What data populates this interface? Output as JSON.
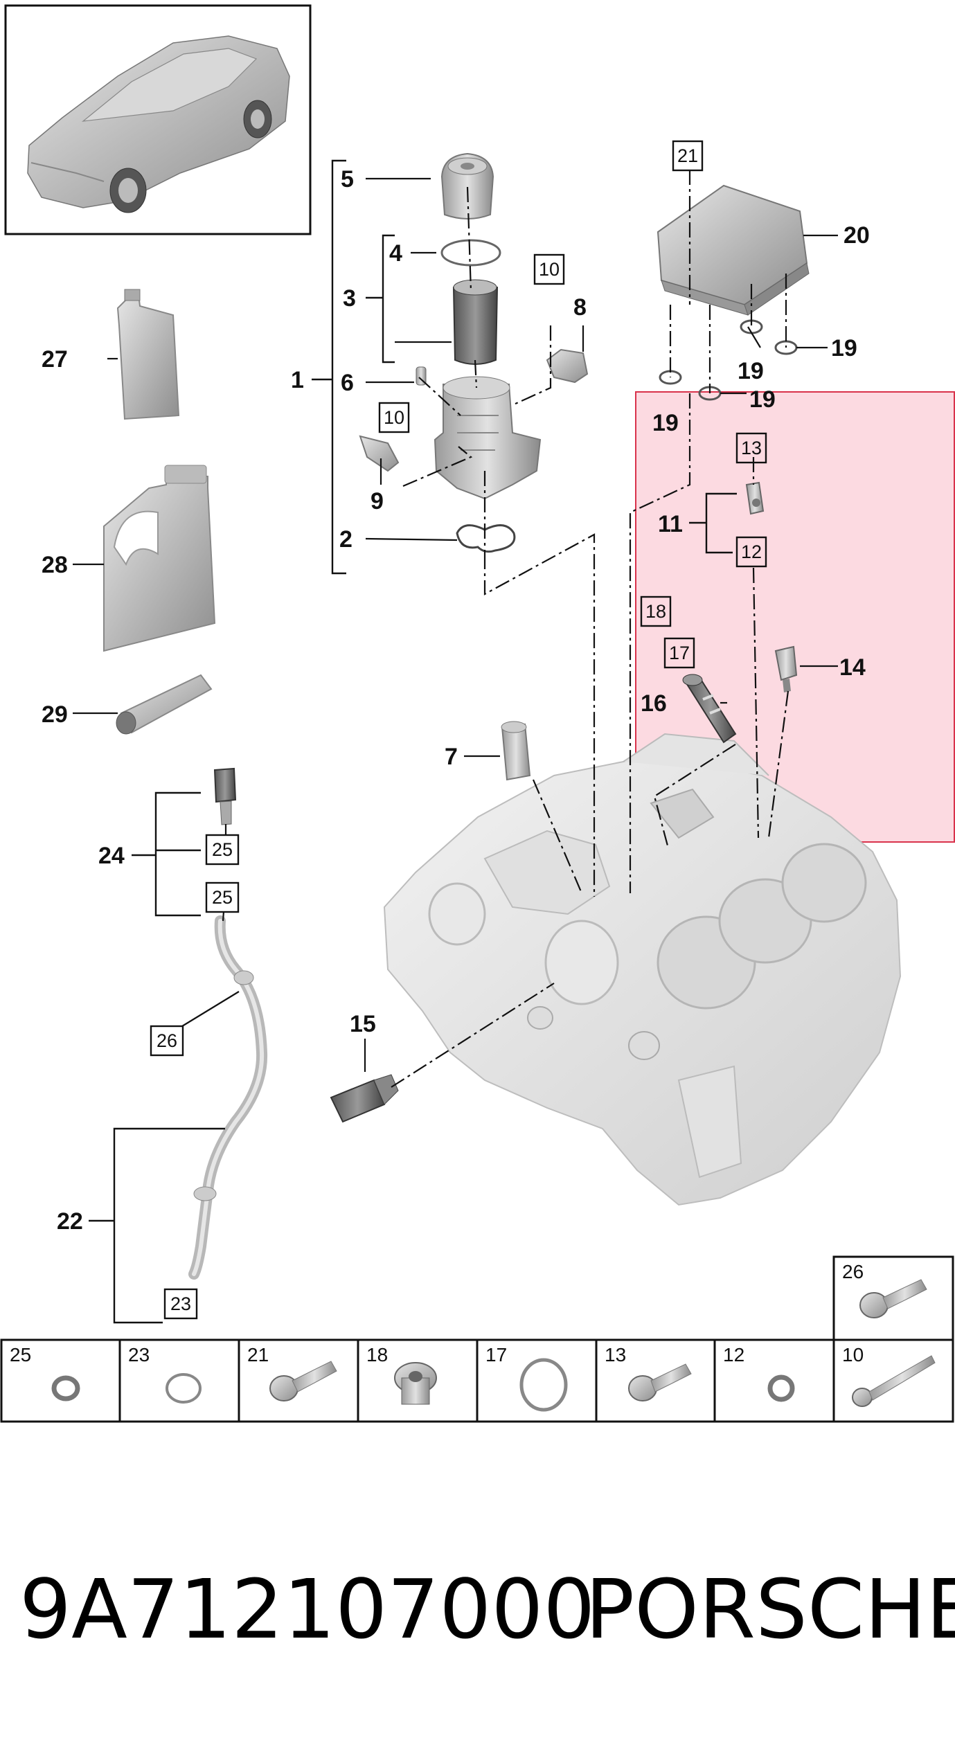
{
  "callouts": {
    "c1": "1",
    "c2": "2",
    "c3": "3",
    "c4": "4",
    "c5": "5",
    "c6": "6",
    "c7": "7",
    "c8": "8",
    "c9": "9",
    "c11": "11",
    "c14": "14",
    "c15": "15",
    "c16": "16",
    "c19a": "19",
    "c19b": "19",
    "c19c": "19",
    "c19d": "19",
    "c20": "20",
    "c22": "22",
    "c24": "24",
    "c27": "27",
    "c28": "28",
    "c29": "29"
  },
  "boxed_refs": {
    "b10a": "10",
    "b10b": "10",
    "b12": "12",
    "b13": "13",
    "b17": "17",
    "b18": "18",
    "b21": "21",
    "b23": "23",
    "b25a": "25",
    "b25b": "25",
    "b26": "26"
  },
  "parts_table": {
    "top_cell": "26",
    "cells": [
      "25",
      "23",
      "21",
      "18",
      "17",
      "13",
      "12",
      "10"
    ]
  },
  "footer": {
    "part_number": "9A712107000",
    "brand": "PORSCHE"
  },
  "colors": {
    "highlight_fill": "#fbd3dc",
    "highlight_border": "#d9324b",
    "part_gray": "#bdbdbd"
  }
}
